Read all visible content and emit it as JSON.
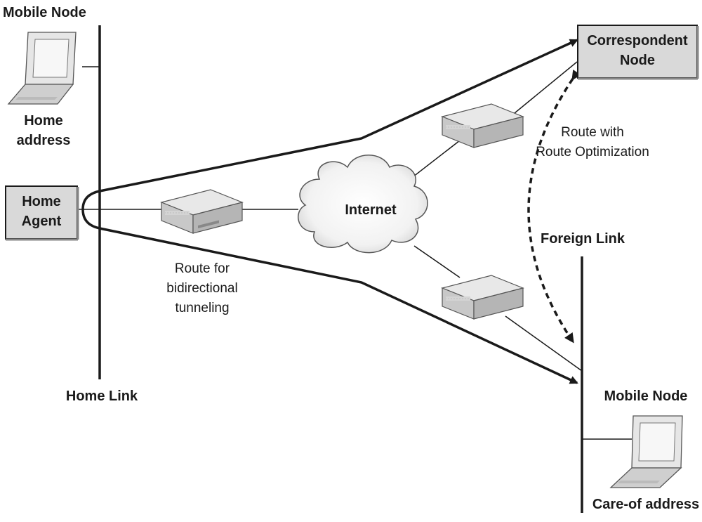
{
  "labels": {
    "mobile_node_home": "Mobile Node",
    "home_address_1": "Home",
    "home_address_2": "address",
    "home_agent_1": "Home",
    "home_agent_2": "Agent",
    "home_link": "Home Link",
    "internet": "Internet",
    "correspondent_1": "Correspondent",
    "correspondent_2": "Node",
    "route_opt_1": "Route with",
    "route_opt_2": "Route Optimization",
    "route_tunnel_1": "Route for",
    "route_tunnel_2": "bidirectional",
    "route_tunnel_3": "tunneling",
    "foreign_link": "Foreign Link",
    "mobile_node_foreign": "Mobile Node",
    "care_of_address": "Care-of address"
  },
  "icons": {
    "laptop": "laptop-icon",
    "router": "router-icon",
    "cloud": "cloud-icon"
  },
  "colors": {
    "box_fill": "#d9d9d9",
    "line": "#1a1a1a",
    "device_top": "#e8e8e8",
    "device_side": "#bdbdbd"
  }
}
